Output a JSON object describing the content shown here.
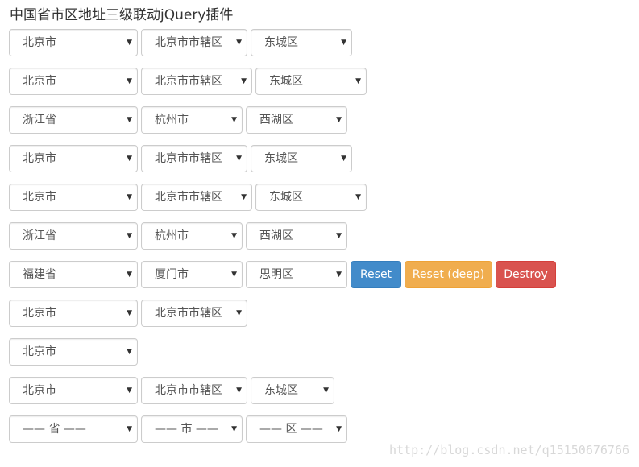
{
  "title": "中国省市区地址三级联动jQuery插件",
  "rows": [
    {
      "province": "北京市",
      "city": "北京市市辖区",
      "district": "东城区"
    },
    {
      "province": "北京市",
      "city": "北京市市辖区",
      "district": "东城区"
    },
    {
      "province": "浙江省",
      "city": "杭州市",
      "district": "西湖区"
    },
    {
      "province": "北京市",
      "city": "北京市市辖区",
      "district": "东城区"
    },
    {
      "province": "北京市",
      "city": "北京市市辖区",
      "district": "东城区"
    },
    {
      "province": "浙江省",
      "city": "杭州市",
      "district": "西湖区"
    },
    {
      "province": "福建省",
      "city": "厦门市",
      "district": "思明区"
    },
    {
      "province": "北京市",
      "city": "北京市市辖区"
    },
    {
      "province": "北京市"
    },
    {
      "province": "北京市",
      "city": "北京市市辖区",
      "district": "东城区"
    },
    {
      "province": "—— 省 ——",
      "city": "—— 市 ——",
      "district": "—— 区 ——"
    }
  ],
  "buttons": {
    "reset": "Reset",
    "reset_deep": "Reset (deep)",
    "destroy": "Destroy"
  },
  "watermark": "http://blog.csdn.net/q15150676766",
  "icons": {
    "select_arrow": "caret-down-icon"
  },
  "colors": {
    "primary": "#428bca",
    "warning": "#f0ad4e",
    "danger": "#d9534f"
  }
}
